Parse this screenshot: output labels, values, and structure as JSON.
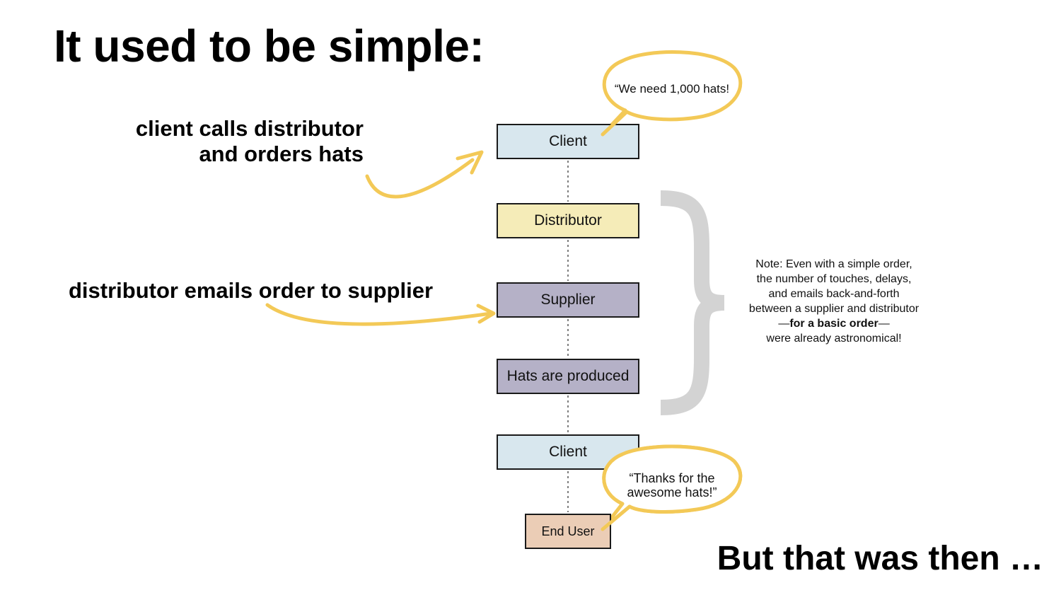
{
  "title": "It used to be simple:",
  "annotations": {
    "client_calls_line1": "client calls distributor",
    "client_calls_line2": "and orders hats",
    "distributor_emails": "distributor emails order to supplier"
  },
  "flow": {
    "client_top": "Client",
    "distributor": "Distributor",
    "supplier": "Supplier",
    "hats_produced": "Hats are produced",
    "client_bottom": "Client",
    "end_user": "End User"
  },
  "bubbles": {
    "client_quote": "“We need 1,000 hats!",
    "end_user_quote_line1": "“Thanks for the",
    "end_user_quote_line2": "awesome hats!”"
  },
  "note": {
    "line1": "Note: Even with a simple order,",
    "line2": "the number of touches, delays,",
    "line3": "and emails back-and-forth",
    "line4": "between a supplier and distributor",
    "line5_prefix": "—",
    "line5_bold": "for a basic order",
    "line5_suffix": "—",
    "line6": "were already astronomical!"
  },
  "closing": "But that was then …",
  "colors": {
    "accent_yellow": "#f3c957",
    "client_fill": "#d8e7ee",
    "distributor_fill": "#f5ecb8",
    "supplier_fill": "#b5b1c7",
    "end_user_fill": "#ebcdb6",
    "brace_gray": "#d3d3d3"
  }
}
